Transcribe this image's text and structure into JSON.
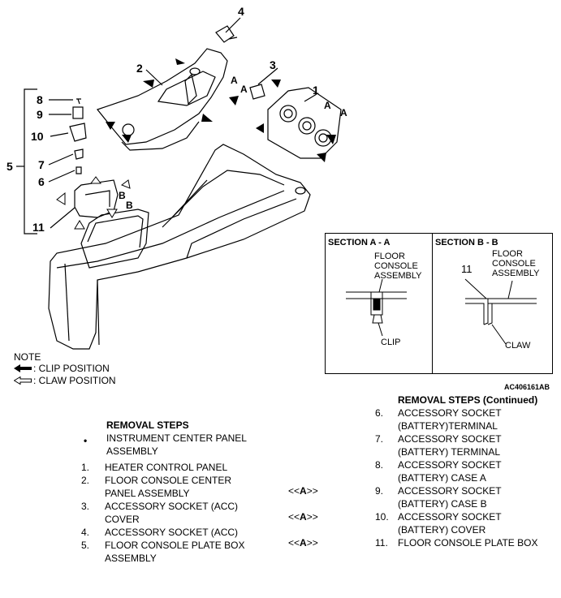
{
  "callouts": {
    "c1": "1",
    "c2": "2",
    "c3": "3",
    "c4": "4",
    "c5": "5",
    "c6": "6",
    "c7": "7",
    "c8": "8",
    "c9": "9",
    "c10": "10",
    "c11": "11"
  },
  "section_labels": {
    "a": "A",
    "b": "B"
  },
  "section_a": {
    "title": "SECTION A - A",
    "assembly_line1": "FLOOR",
    "assembly_line2": "CONSOLE",
    "assembly_line3": "ASSEMBLY",
    "clip": "CLIP"
  },
  "section_b": {
    "title": "SECTION B - B",
    "assembly_line1": "FLOOR",
    "assembly_line2": "CONSOLE",
    "assembly_line3": "ASSEMBLY",
    "part": "11",
    "claw": "CLAW"
  },
  "legend": {
    "note": "NOTE",
    "clip": ": CLIP POSITION",
    "claw": ": CLAW POSITION"
  },
  "figure_code": "AC406161AB",
  "removal": {
    "title": "REMOVAL STEPS",
    "pre_bullet": "•",
    "pre_line1": "INSTRUMENT CENTER PANEL",
    "pre_line2": "ASSEMBLY",
    "steps": [
      {
        "num": "1.",
        "line1": "HEATER CONTROL PANEL",
        "line2": ""
      },
      {
        "num": "2.",
        "line1": "FLOOR CONSOLE CENTER",
        "line2": "PANEL ASSEMBLY"
      },
      {
        "num": "3.",
        "line1": "ACCESSORY SOCKET (ACC)",
        "line2": "COVER"
      },
      {
        "num": "4.",
        "line1": "ACCESSORY SOCKET (ACC)",
        "line2": ""
      },
      {
        "num": "5.",
        "line1": "FLOOR CONSOLE PLATE BOX",
        "line2": "ASSEMBLY"
      }
    ],
    "tag_open": "<<",
    "tag_letter": "A",
    "tag_close": ">>"
  },
  "removal_cont": {
    "title": "REMOVAL STEPS (Continued)",
    "steps": [
      {
        "num": "6.",
        "line1": "ACCESSORY SOCKET",
        "line2": "(BATTERY)TERMINAL"
      },
      {
        "num": "7.",
        "line1": "ACCESSORY SOCKET",
        "line2": "(BATTERY) TERMINAL"
      },
      {
        "num": "8.",
        "line1": "ACCESSORY SOCKET",
        "line2": "(BATTERY) CASE A"
      },
      {
        "num": "9.",
        "line1": "ACCESSORY SOCKET",
        "line2": "(BATTERY) CASE B"
      },
      {
        "num": "10.",
        "line1": "ACCESSORY SOCKET",
        "line2": "(BATTERY) COVER"
      },
      {
        "num": "11.",
        "line1": "FLOOR CONSOLE PLATE BOX",
        "line2": ""
      }
    ]
  }
}
